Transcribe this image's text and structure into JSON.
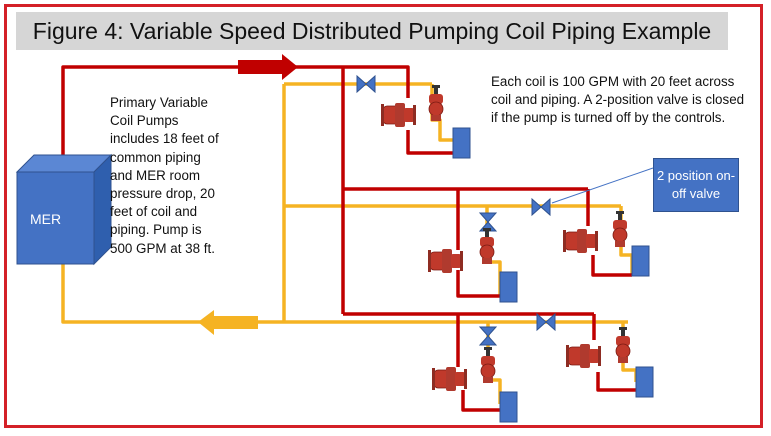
{
  "title": "Figure 4: Variable Speed Distributed Pumping Coil Piping Example",
  "mer_label": "MER",
  "left_note": "Primary Variable Coil Pumps includes 18 feet of common piping and MER room pressure drop, 20 feet of coil and piping. Pump is 500 GPM at 38 ft.",
  "right_note": "Each coil is 100 GPM with 20 feet across coil and piping. A 2-position valve is closed if the pump is turned off by the controls.",
  "callout": "2 position on-off valve",
  "colors": {
    "supply_pipe": "#c00000",
    "return_pipe": "#f5b323",
    "border": "#d42027",
    "coil": "#4472c4",
    "valve": "#4472c4",
    "mer_box": "#4472c4",
    "pump": "#c0392b",
    "title_bg": "#d6d6d6"
  }
}
